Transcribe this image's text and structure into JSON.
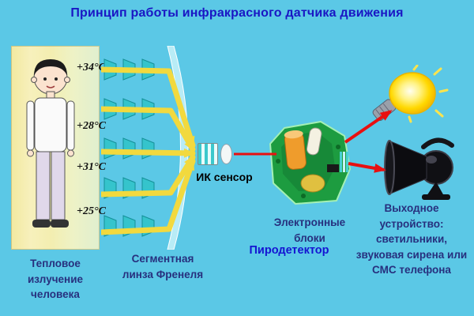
{
  "title": "Принцип работы инфракрасного датчика движения",
  "temperatures": [
    "+34°C",
    "+28°C",
    "+31°C",
    "+25°C"
  ],
  "labels": {
    "thermal_radiation": "Тепловое излучение человека",
    "fresnel_lens": "Сегментная линза Френеля",
    "ir_sensor": "ИК сенсор",
    "electronic_blocks": "Электронные блоки",
    "pyrodetector": "Пиродетектор",
    "output_device": "Выходное устройство: светильники, звуковая сирена или СМС телефона"
  },
  "colors": {
    "background": "#5bc8e6",
    "title": "#1a16c4",
    "label": "#27307e",
    "pyrodetector_label": "#1414d2",
    "arrow_red": "#e81010",
    "arrow_yellow": "#f2d93e",
    "lens_teal": "#35c4cc",
    "pcb_green": "#1d9c40",
    "bulb_yellow": "#ffd800"
  }
}
